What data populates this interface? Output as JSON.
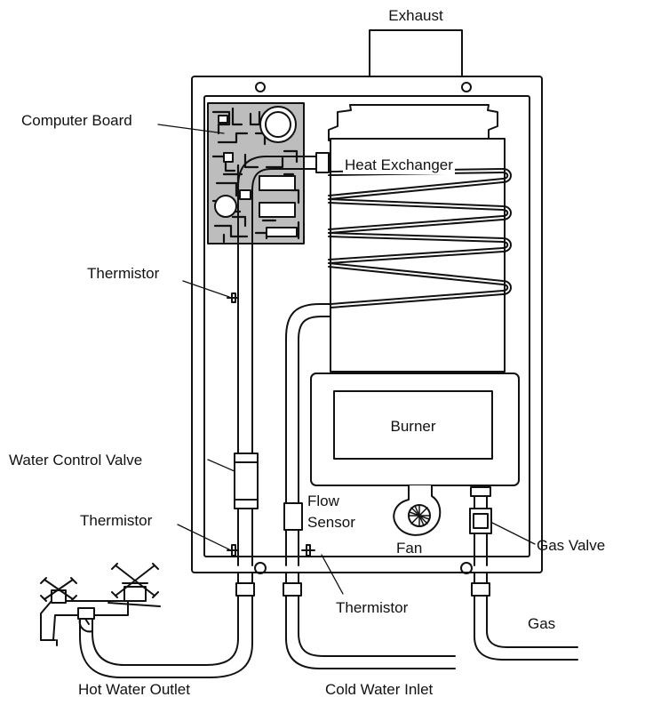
{
  "labels": {
    "exhaust": "Exhaust",
    "computer_board": "Computer Board",
    "heat_exchanger": "Heat Exchanger",
    "thermistor_top": "Thermistor",
    "burner": "Burner",
    "water_control_valve": "Water Control Valve",
    "flow_sensor_line1": "Flow",
    "flow_sensor_line2": "Sensor",
    "thermistor_bottom_left": "Thermistor",
    "fan": "Fan",
    "gas_valve": "Gas Valve",
    "thermistor_bottom_center": "Thermistor",
    "gas": "Gas",
    "hot_water_outlet": "Hot Water Outlet",
    "cold_water_inlet": "Cold Water Inlet"
  }
}
